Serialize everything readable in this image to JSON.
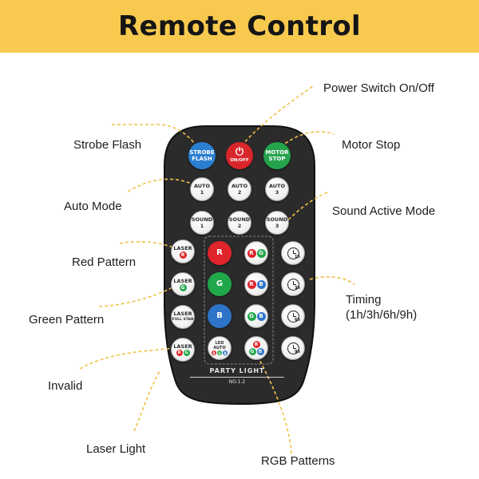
{
  "header": {
    "title": "Remote Control"
  },
  "callouts": {
    "power_switch": "Power Switch On/Off",
    "strobe_flash": "Strobe Flash",
    "motor_stop": "Motor Stop",
    "auto_mode": "Auto Mode",
    "sound_active_mode": "Sound Active Mode",
    "red_pattern": "Red Pattern",
    "timing_line1": "Timing",
    "timing_line2": "(1h/3h/6h/9h)",
    "green_pattern": "Green Pattern",
    "invalid": "Invalid",
    "laser_light": "Laser Light",
    "rgb_patterns": "RGB Patterns"
  },
  "remote": {
    "top_buttons": {
      "strobe": {
        "line1": "STROBE",
        "line2": "FLASH",
        "color": "#2a7fd0"
      },
      "power": {
        "label": "ON/OFF",
        "color": "#d9262a"
      },
      "motor": {
        "line1": "MOTOR",
        "line2": "STOP",
        "color": "#24a34c"
      }
    },
    "auto_buttons": [
      {
        "label": "AUTO",
        "num": "1"
      },
      {
        "label": "AUTO",
        "num": "2"
      },
      {
        "label": "AUTO",
        "num": "3"
      }
    ],
    "sound_buttons": [
      {
        "label": "SOUND",
        "num": "1"
      },
      {
        "label": "SOUND",
        "num": "2"
      },
      {
        "label": "SOUND",
        "num": "3"
      }
    ],
    "laser_buttons": {
      "red": {
        "label": "LASER",
        "dot": "R"
      },
      "green": {
        "label": "LASER",
        "dot": "G"
      },
      "fullstar": {
        "label": "LASER",
        "sub": "FULL STAR"
      },
      "rg": {
        "label": "LASER",
        "dot1": "R",
        "dot2": "G"
      }
    },
    "color_buttons": {
      "r": "R",
      "g": "G",
      "b": "B"
    },
    "combo_buttons": {
      "rg": [
        "R",
        "G"
      ],
      "rb": [
        "R",
        "B"
      ],
      "gb": [
        "G",
        "B"
      ],
      "rgb": [
        "R",
        "G",
        "B"
      ]
    },
    "led_auto": {
      "line1": "LED",
      "line2": "AUTO",
      "dots": [
        "R",
        "G",
        "B"
      ]
    },
    "timer_labels": [
      "1h",
      "3h",
      "6h",
      "9h"
    ],
    "branding": {
      "title": "PARTY LIGHT",
      "model": "NO.1.2"
    },
    "colors": {
      "body": "#2b2b2b",
      "red": "#e0242c",
      "green": "#1fa74a",
      "blue": "#2d74c8",
      "callout_line": "#f0c24a",
      "banner": "#f7c94e"
    }
  }
}
